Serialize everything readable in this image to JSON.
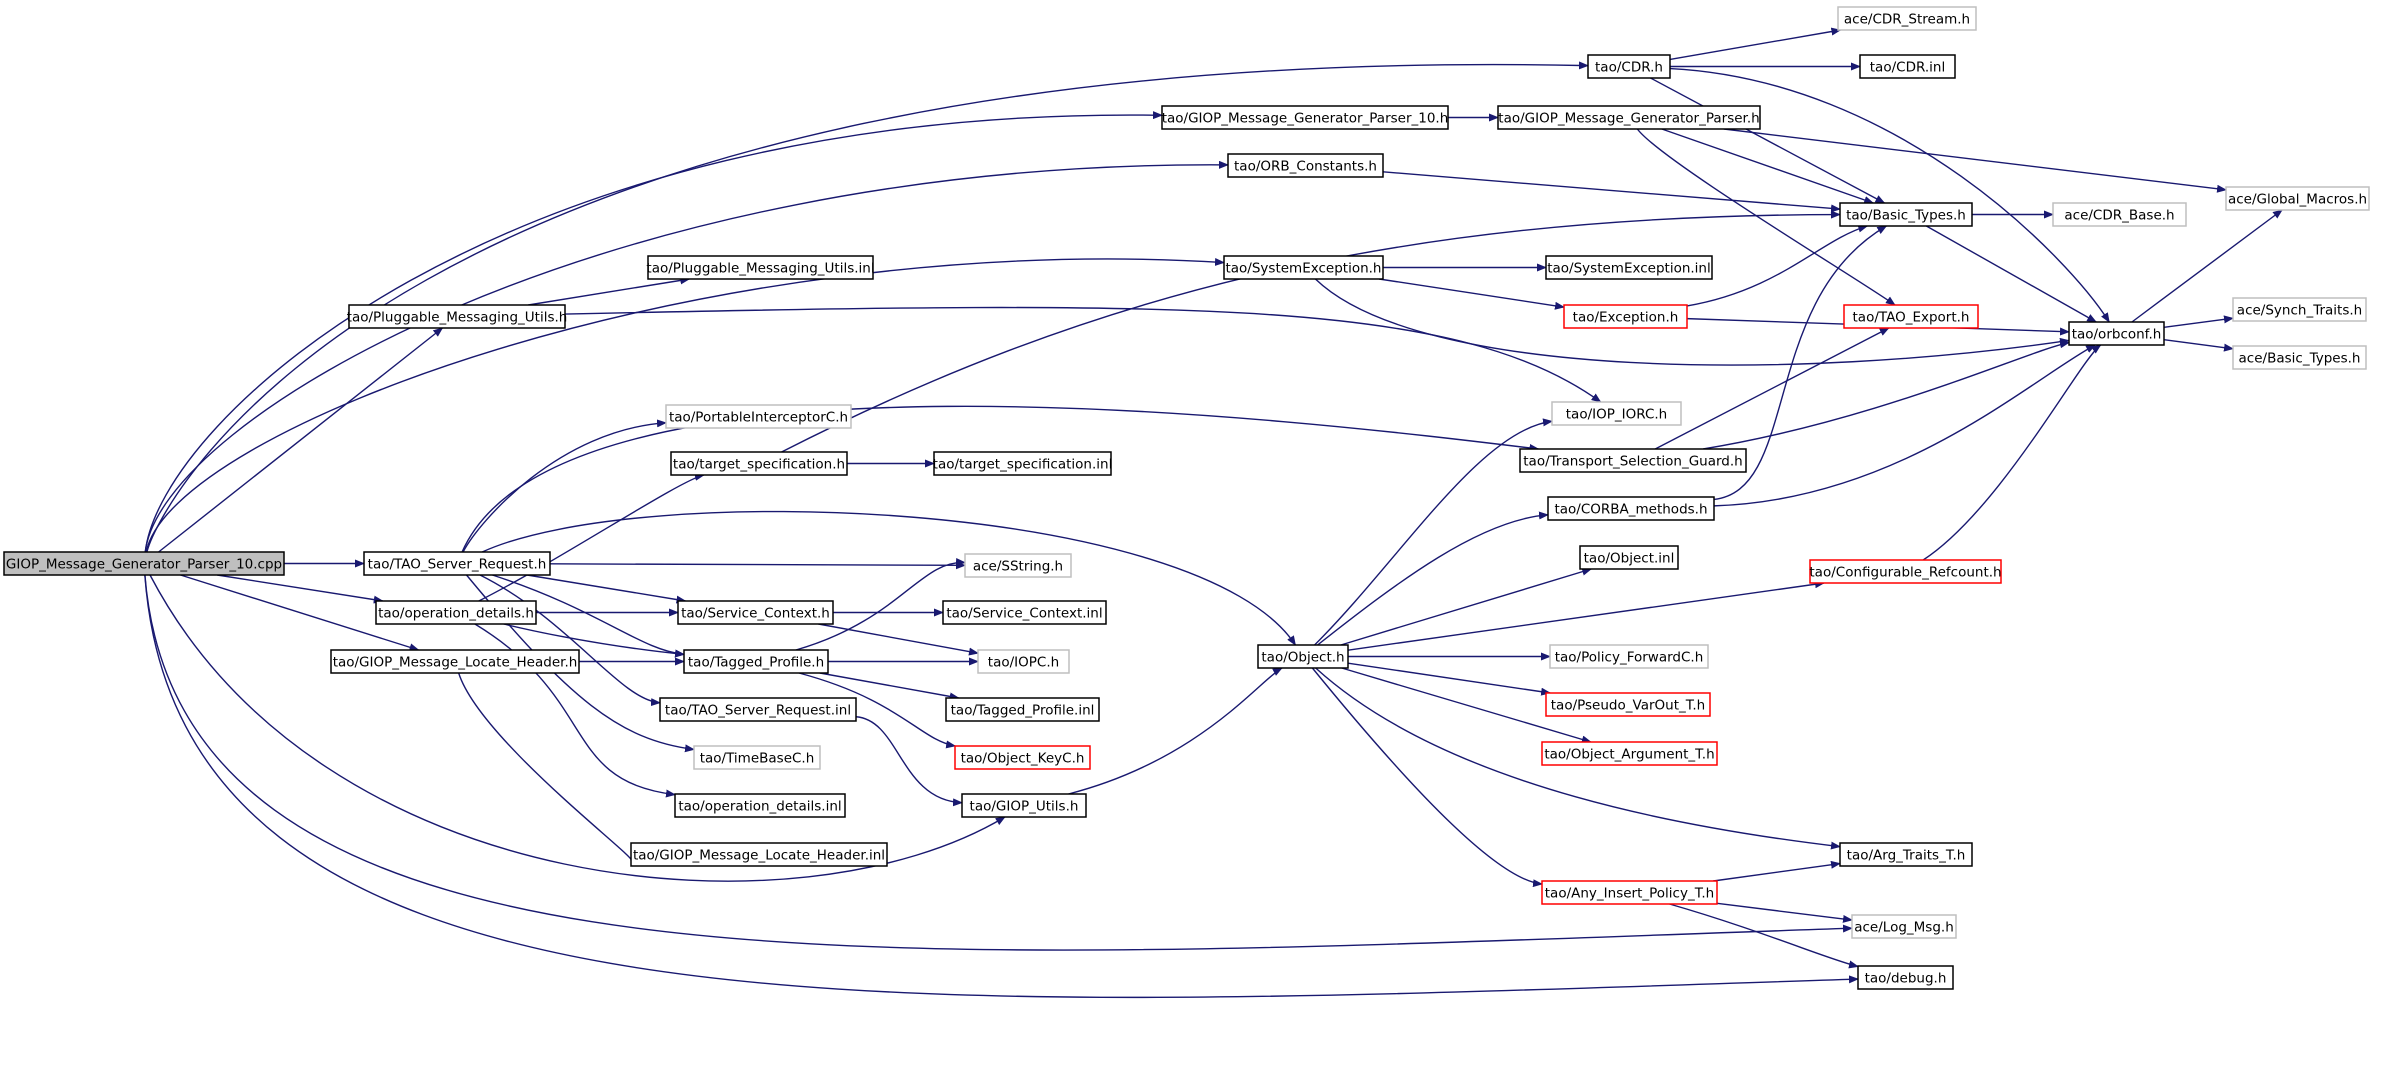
{
  "graph": {
    "colors": {
      "root_fill": "#bfbfbf",
      "node_border": "#000000",
      "unresolved_border": "#bfbfbf",
      "truncated_border": "#ff0000",
      "edge": "#191970"
    },
    "nodes": [
      {
        "id": "root",
        "label": "GIOP_Message_Generator_Parser_10.cpp",
        "style": "root"
      },
      {
        "id": "cdr_h",
        "label": "tao/CDR.h",
        "style": "normal"
      },
      {
        "id": "cdr_stream",
        "label": "ace/CDR_Stream.h",
        "style": "unresolved"
      },
      {
        "id": "cdr_inl",
        "label": "tao/CDR.inl",
        "style": "normal"
      },
      {
        "id": "gmgp10",
        "label": "tao/GIOP_Message_Generator_Parser_10.h",
        "style": "normal"
      },
      {
        "id": "gmgp",
        "label": "tao/GIOP_Message_Generator_Parser.h",
        "style": "normal"
      },
      {
        "id": "orb_const",
        "label": "tao/ORB_Constants.h",
        "style": "normal"
      },
      {
        "id": "global_macros",
        "label": "ace/Global_Macros.h",
        "style": "unresolved"
      },
      {
        "id": "basic_types",
        "label": "tao/Basic_Types.h",
        "style": "normal"
      },
      {
        "id": "cdr_base",
        "label": "ace/CDR_Base.h",
        "style": "unresolved"
      },
      {
        "id": "pmu_inl",
        "label": "tao/Pluggable_Messaging_Utils.inl",
        "style": "normal"
      },
      {
        "id": "sysexc",
        "label": "tao/SystemException.h",
        "style": "normal"
      },
      {
        "id": "sysexc_inl",
        "label": "tao/SystemException.inl",
        "style": "normal"
      },
      {
        "id": "pmu",
        "label": "tao/Pluggable_Messaging_Utils.h",
        "style": "normal"
      },
      {
        "id": "exception",
        "label": "tao/Exception.h",
        "style": "truncated"
      },
      {
        "id": "tao_export",
        "label": "tao/TAO_Export.h",
        "style": "truncated"
      },
      {
        "id": "orbconf",
        "label": "tao/orbconf.h",
        "style": "normal"
      },
      {
        "id": "synch_traits",
        "label": "ace/Synch_Traits.h",
        "style": "unresolved"
      },
      {
        "id": "ace_basic",
        "label": "ace/Basic_Types.h",
        "style": "unresolved"
      },
      {
        "id": "portint",
        "label": "tao/PortableInterceptorC.h",
        "style": "unresolved"
      },
      {
        "id": "iop_iorc",
        "label": "tao/IOP_IORC.h",
        "style": "unresolved"
      },
      {
        "id": "target_spec",
        "label": "tao/target_specification.h",
        "style": "normal"
      },
      {
        "id": "target_spec_inl",
        "label": "tao/target_specification.inl",
        "style": "normal"
      },
      {
        "id": "tsg",
        "label": "tao/Transport_Selection_Guard.h",
        "style": "normal"
      },
      {
        "id": "corba_methods",
        "label": "tao/CORBA_methods.h",
        "style": "normal"
      },
      {
        "id": "tsr",
        "label": "tao/TAO_Server_Request.h",
        "style": "normal"
      },
      {
        "id": "sstring",
        "label": "ace/SString.h",
        "style": "unresolved"
      },
      {
        "id": "object_inl",
        "label": "tao/Object.inl",
        "style": "normal"
      },
      {
        "id": "conf_refcount",
        "label": "tao/Configurable_Refcount.h",
        "style": "truncated"
      },
      {
        "id": "opdetails",
        "label": "tao/operation_details.h",
        "style": "normal"
      },
      {
        "id": "svc_ctx",
        "label": "tao/Service_Context.h",
        "style": "normal"
      },
      {
        "id": "svc_ctx_inl",
        "label": "tao/Service_Context.inl",
        "style": "normal"
      },
      {
        "id": "gmlh",
        "label": "tao/GIOP_Message_Locate_Header.h",
        "style": "normal"
      },
      {
        "id": "tagged",
        "label": "tao/Tagged_Profile.h",
        "style": "normal"
      },
      {
        "id": "iopc",
        "label": "tao/IOPC.h",
        "style": "unresolved"
      },
      {
        "id": "object_h",
        "label": "tao/Object.h",
        "style": "normal"
      },
      {
        "id": "policy_fwd",
        "label": "tao/Policy_ForwardC.h",
        "style": "unresolved"
      },
      {
        "id": "tsr_inl",
        "label": "tao/TAO_Server_Request.inl",
        "style": "normal"
      },
      {
        "id": "tagged_inl",
        "label": "tao/Tagged_Profile.inl",
        "style": "normal"
      },
      {
        "id": "pseudo_varout",
        "label": "tao/Pseudo_VarOut_T.h",
        "style": "truncated"
      },
      {
        "id": "timebase",
        "label": "tao/TimeBaseC.h",
        "style": "unresolved"
      },
      {
        "id": "object_keyc",
        "label": "tao/Object_KeyC.h",
        "style": "truncated"
      },
      {
        "id": "object_arg",
        "label": "tao/Object_Argument_T.h",
        "style": "truncated"
      },
      {
        "id": "opdetails_inl",
        "label": "tao/operation_details.inl",
        "style": "normal"
      },
      {
        "id": "giop_utils",
        "label": "tao/GIOP_Utils.h",
        "style": "normal"
      },
      {
        "id": "gmlh_inl",
        "label": "tao/GIOP_Message_Locate_Header.inl",
        "style": "normal"
      },
      {
        "id": "arg_traits",
        "label": "tao/Arg_Traits_T.h",
        "style": "normal"
      },
      {
        "id": "any_insert",
        "label": "tao/Any_Insert_Policy_T.h",
        "style": "truncated"
      },
      {
        "id": "log_msg",
        "label": "ace/Log_Msg.h",
        "style": "unresolved"
      },
      {
        "id": "debug",
        "label": "tao/debug.h",
        "style": "normal"
      }
    ],
    "edges": [
      [
        "root",
        "cdr_h"
      ],
      [
        "root",
        "gmgp10"
      ],
      [
        "root",
        "orb_const"
      ],
      [
        "root",
        "sysexc"
      ],
      [
        "root",
        "pmu"
      ],
      [
        "root",
        "tsr"
      ],
      [
        "root",
        "opdetails"
      ],
      [
        "root",
        "gmlh"
      ],
      [
        "root",
        "giop_utils"
      ],
      [
        "root",
        "log_msg"
      ],
      [
        "root",
        "debug"
      ],
      [
        "cdr_h",
        "cdr_stream"
      ],
      [
        "cdr_h",
        "cdr_inl"
      ],
      [
        "cdr_h",
        "basic_types"
      ],
      [
        "cdr_h",
        "orbconf"
      ],
      [
        "gmgp10",
        "gmgp"
      ],
      [
        "gmgp",
        "basic_types"
      ],
      [
        "gmgp",
        "global_macros"
      ],
      [
        "gmgp",
        "tao_export"
      ],
      [
        "orb_const",
        "basic_types"
      ],
      [
        "basic_types",
        "cdr_base"
      ],
      [
        "basic_types",
        "orbconf"
      ],
      [
        "pmu",
        "pmu_inl"
      ],
      [
        "pmu",
        "iop_iorc"
      ],
      [
        "sysexc",
        "sysexc_inl"
      ],
      [
        "sysexc",
        "exception"
      ],
      [
        "sysexc",
        "orbconf"
      ],
      [
        "exception",
        "basic_types"
      ],
      [
        "exception",
        "orbconf"
      ],
      [
        "orbconf",
        "global_macros"
      ],
      [
        "orbconf",
        "synch_traits"
      ],
      [
        "orbconf",
        "ace_basic"
      ],
      [
        "tsr",
        "portint"
      ],
      [
        "tsr",
        "tsg"
      ],
      [
        "tsr",
        "object_h"
      ],
      [
        "tsr",
        "sstring"
      ],
      [
        "tsr",
        "svc_ctx"
      ],
      [
        "tsr",
        "tagged"
      ],
      [
        "tsr",
        "tsr_inl"
      ],
      [
        "tsr",
        "timebase"
      ],
      [
        "opdetails",
        "target_spec"
      ],
      [
        "opdetails",
        "svc_ctx"
      ],
      [
        "opdetails",
        "tagged"
      ],
      [
        "opdetails",
        "opdetails_inl"
      ],
      [
        "target_spec",
        "target_spec_inl"
      ],
      [
        "target_spec",
        "basic_types"
      ],
      [
        "tsg",
        "orbconf"
      ],
      [
        "tsg",
        "tao_export"
      ],
      [
        "corba_methods",
        "orbconf"
      ],
      [
        "corba_methods",
        "basic_types"
      ],
      [
        "svc_ctx",
        "svc_ctx_inl"
      ],
      [
        "svc_ctx",
        "iopc"
      ],
      [
        "gmlh",
        "tagged"
      ],
      [
        "gmlh",
        "gmlh_inl"
      ],
      [
        "tagged",
        "sstring"
      ],
      [
        "tagged",
        "iopc"
      ],
      [
        "tagged",
        "tagged_inl"
      ],
      [
        "tagged",
        "object_keyc"
      ],
      [
        "tsr_inl",
        "giop_utils"
      ],
      [
        "giop_utils",
        "object_h"
      ],
      [
        "object_h",
        "iop_iorc"
      ],
      [
        "object_h",
        "corba_methods"
      ],
      [
        "object_h",
        "object_inl"
      ],
      [
        "object_h",
        "conf_refcount"
      ],
      [
        "object_h",
        "policy_fwd"
      ],
      [
        "object_h",
        "pseudo_varout"
      ],
      [
        "object_h",
        "object_arg"
      ],
      [
        "object_h",
        "arg_traits"
      ],
      [
        "object_h",
        "any_insert"
      ],
      [
        "conf_refcount",
        "orbconf"
      ],
      [
        "any_insert",
        "arg_traits"
      ],
      [
        "any_insert",
        "log_msg"
      ],
      [
        "any_insert",
        "debug"
      ]
    ]
  }
}
